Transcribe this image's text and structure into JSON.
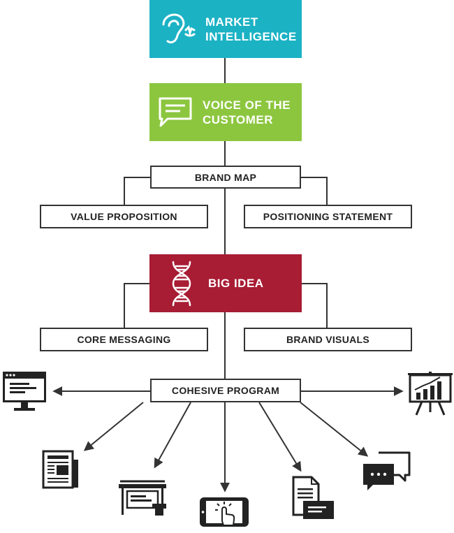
{
  "nodes": {
    "market_intelligence": {
      "label": "MARKET\nINTELLIGENCE",
      "color": "#1bb2c4",
      "icon": "ear-icon"
    },
    "voice_of_customer": {
      "label": "VOICE OF THE\nCUSTOMER",
      "color": "#8cc63f",
      "icon": "chat-bubble-icon"
    },
    "brand_map": {
      "label": "BRAND MAP"
    },
    "value_proposition": {
      "label": "VALUE PROPOSITION"
    },
    "positioning_statement": {
      "label": "POSITIONING STATEMENT"
    },
    "big_idea": {
      "label": "BIG IDEA",
      "color": "#a81c34",
      "icon": "dna-icon"
    },
    "core_messaging": {
      "label": "CORE MESSAGING"
    },
    "brand_visuals": {
      "label": "BRAND VISUALS"
    },
    "cohesive_program": {
      "label": "COHESIVE PROGRAM"
    }
  },
  "channel_icons": [
    "website-monitor-icon",
    "presentation-chart-icon",
    "newspaper-icon",
    "bus-shelter-ad-icon",
    "mobile-touch-icon",
    "documents-icon",
    "chat-messages-icon"
  ]
}
